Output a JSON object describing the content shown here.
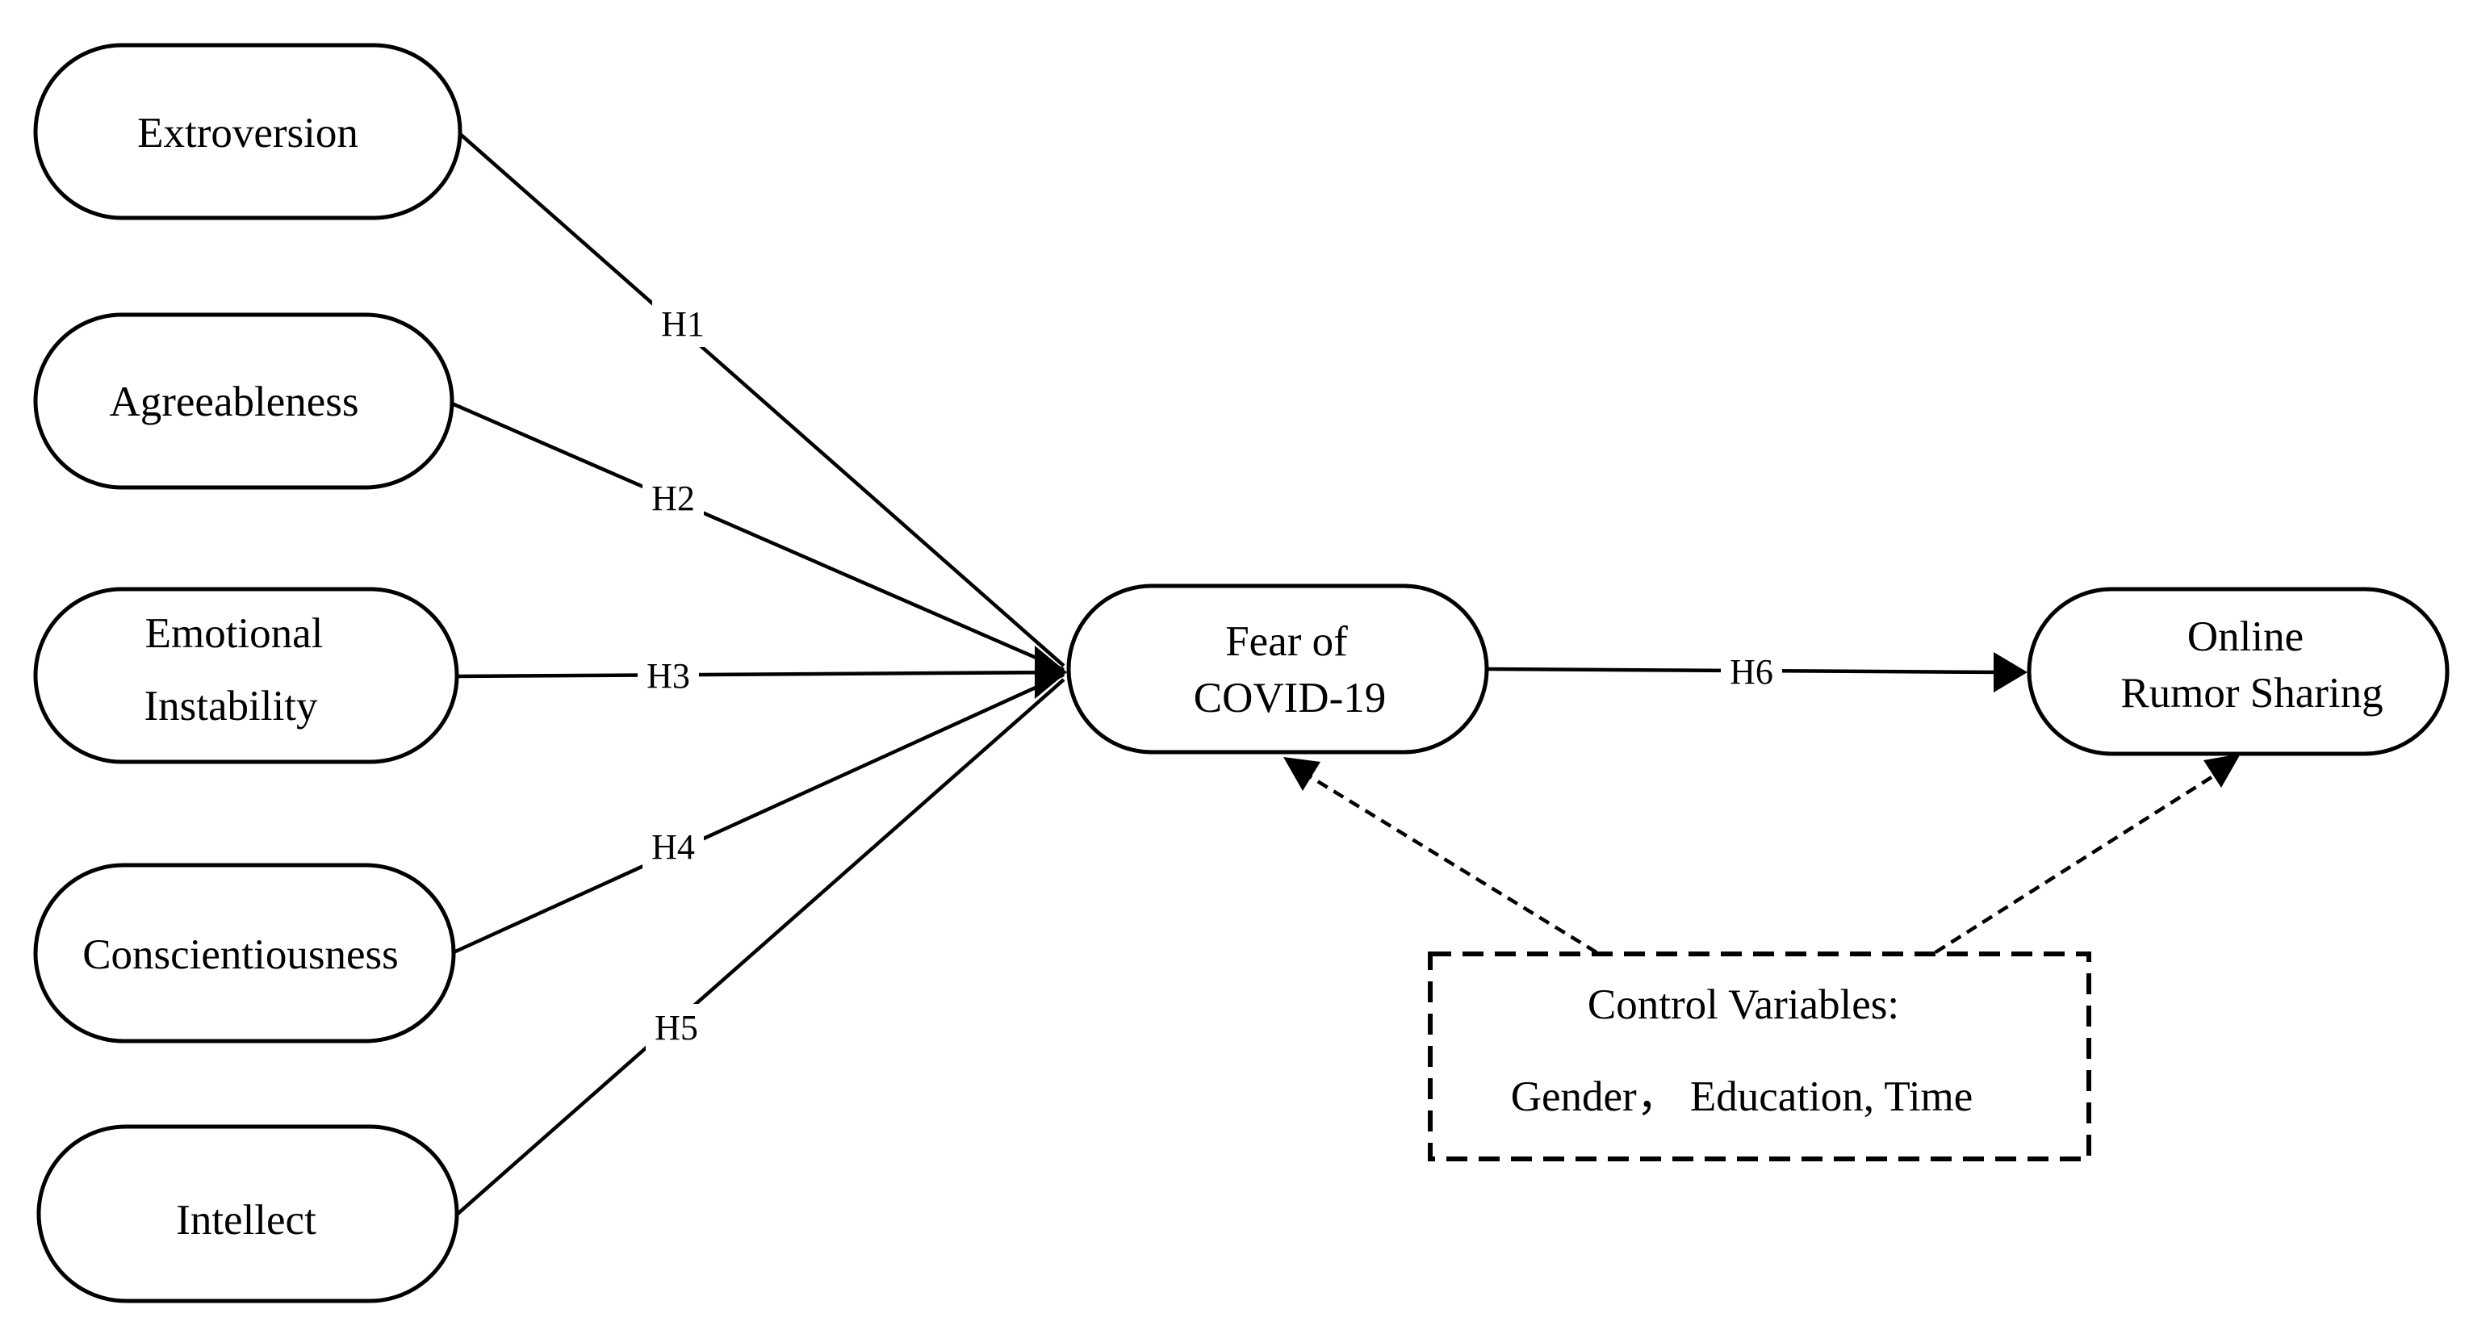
{
  "nodes": {
    "extroversion": {
      "lines": [
        "Extroversion"
      ]
    },
    "agreeableness": {
      "lines": [
        "Agreeableness"
      ]
    },
    "emotional_instability": {
      "lines": [
        "Emotional",
        "Instability"
      ]
    },
    "conscientiousness": {
      "lines": [
        "Conscientiousness"
      ]
    },
    "intellect": {
      "lines": [
        "Intellect"
      ]
    },
    "fear": {
      "lines": [
        "Fear of",
        "COVID-19"
      ]
    },
    "rumor": {
      "lines": [
        "Online",
        "Rumor Sharing"
      ]
    }
  },
  "control": {
    "title": "Control Variables:",
    "items": "Gender， Education, Time"
  },
  "edges": {
    "h1": "H1",
    "h2": "H2",
    "h3": "H3",
    "h4": "H4",
    "h5": "H5",
    "h6": "H6"
  },
  "colors": {
    "stroke": "#000000",
    "fill": "#ffffff"
  }
}
